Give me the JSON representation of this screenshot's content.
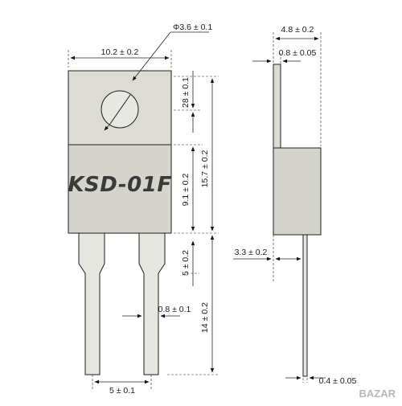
{
  "part_number": "KSD-01F",
  "watermark": "BAZAR",
  "dimensions": {
    "hole_diameter": "Φ3.6 ± 0.1",
    "body_width": "10.2 ± 0.2",
    "tab_height": "28 ± 0.1",
    "body_height": "9.1 ± 0.2",
    "overall_height": "15.7 ± 0.2",
    "lead_shoulder": "5 ± 0.2",
    "lead_width": "0.8 ± 0.1",
    "lead_length": "14 ± 0.2",
    "lead_pitch": "5 ± 0.1",
    "package_thickness": "4.8 ± 0.2",
    "tab_thickness": "0.8 ± 0.05",
    "lead_offset": "3.3 ± 0.2",
    "lead_thickness": "0.4 ± 0.05"
  }
}
